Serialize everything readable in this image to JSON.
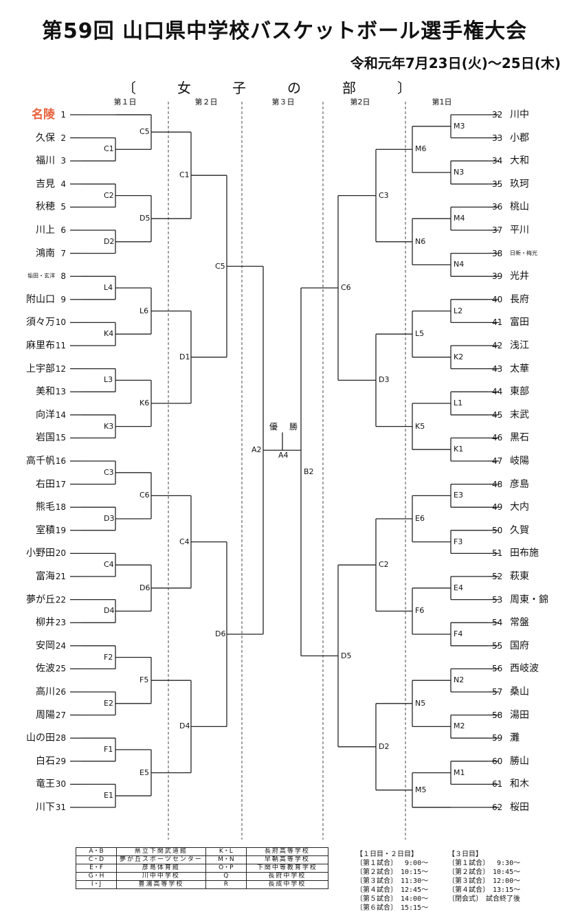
{
  "header": {
    "title": "第59回 山口県中学校バスケットボール選手権大会",
    "dates": "令和元年7月23日(火)〜25日(木)",
    "division": [
      "〔",
      "女",
      "子",
      "の",
      "部",
      "〕"
    ]
  },
  "days": [
    "第１日",
    "第２日",
    "第３日",
    "第2日",
    "第1日"
  ],
  "left_teams": [
    {
      "n": "1",
      "name": "名陵"
    },
    {
      "n": "2",
      "name": "久保"
    },
    {
      "n": "3",
      "name": "福川"
    },
    {
      "n": "4",
      "name": "吉見"
    },
    {
      "n": "5",
      "name": "秋穂"
    },
    {
      "n": "6",
      "name": "川上"
    },
    {
      "n": "7",
      "name": "鴻南"
    },
    {
      "n": "8",
      "name": "垢田・玄洋"
    },
    {
      "n": "9",
      "name": "附山口"
    },
    {
      "n": "10",
      "name": "須々万"
    },
    {
      "n": "11",
      "name": "麻里布"
    },
    {
      "n": "12",
      "name": "上宇部"
    },
    {
      "n": "13",
      "name": "美和"
    },
    {
      "n": "14",
      "name": "向洋"
    },
    {
      "n": "15",
      "name": "岩国"
    },
    {
      "n": "16",
      "name": "高千帆"
    },
    {
      "n": "17",
      "name": "右田"
    },
    {
      "n": "18",
      "name": "熊毛"
    },
    {
      "n": "19",
      "name": "室積"
    },
    {
      "n": "20",
      "name": "小野田"
    },
    {
      "n": "21",
      "name": "富海"
    },
    {
      "n": "22",
      "name": "夢が丘"
    },
    {
      "n": "23",
      "name": "柳井"
    },
    {
      "n": "24",
      "name": "安岡"
    },
    {
      "n": "25",
      "name": "佐波"
    },
    {
      "n": "26",
      "name": "高川"
    },
    {
      "n": "27",
      "name": "周陽"
    },
    {
      "n": "28",
      "name": "山の田"
    },
    {
      "n": "29",
      "name": "白石"
    },
    {
      "n": "30",
      "name": "竜王"
    },
    {
      "n": "31",
      "name": "川下"
    }
  ],
  "right_teams": [
    {
      "n": "32",
      "name": "川中"
    },
    {
      "n": "33",
      "name": "小郡"
    },
    {
      "n": "34",
      "name": "大和"
    },
    {
      "n": "35",
      "name": "玖珂"
    },
    {
      "n": "36",
      "name": "桃山"
    },
    {
      "n": "37",
      "name": "平川"
    },
    {
      "n": "38",
      "name": "日新・梅光"
    },
    {
      "n": "39",
      "name": "光井"
    },
    {
      "n": "40",
      "name": "長府"
    },
    {
      "n": "41",
      "name": "富田"
    },
    {
      "n": "42",
      "name": "浅江"
    },
    {
      "n": "43",
      "name": "太華"
    },
    {
      "n": "44",
      "name": "東部"
    },
    {
      "n": "45",
      "name": "末武"
    },
    {
      "n": "46",
      "name": "黒石"
    },
    {
      "n": "47",
      "name": "岐陽"
    },
    {
      "n": "48",
      "name": "彦島"
    },
    {
      "n": "49",
      "name": "大内"
    },
    {
      "n": "50",
      "name": "久賀"
    },
    {
      "n": "51",
      "name": "田布施"
    },
    {
      "n": "52",
      "name": "萩東"
    },
    {
      "n": "53",
      "name": "周東・錦"
    },
    {
      "n": "54",
      "name": "常盤"
    },
    {
      "n": "55",
      "name": "国府"
    },
    {
      "n": "56",
      "name": "西岐波"
    },
    {
      "n": "57",
      "name": "桑山"
    },
    {
      "n": "58",
      "name": "湯田"
    },
    {
      "n": "59",
      "name": "灘"
    },
    {
      "n": "60",
      "name": "勝山"
    },
    {
      "n": "61",
      "name": "和木"
    },
    {
      "n": "62",
      "name": "桜田"
    }
  ],
  "left_games": {
    "r1": [
      "C1",
      "C2",
      "D2",
      "L4",
      "K4",
      "L3",
      "K3",
      "C3",
      "D3",
      "C4",
      "D4",
      "F2",
      "E2",
      "F1",
      "E1"
    ],
    "r2": [
      "C5",
      "D5",
      "L6",
      "K6",
      "C6",
      "D6",
      "F5",
      "E5"
    ],
    "r3": [
      "C1",
      "D1",
      "C4",
      "D4"
    ],
    "r4": [
      "C5",
      "D6"
    ],
    "final": "A2"
  },
  "right_games": {
    "r1": [
      "M3",
      "N3",
      "M4",
      "N4",
      "L2",
      "K2",
      "L1",
      "K1",
      "E3",
      "F3",
      "E4",
      "F4",
      "N2",
      "M2",
      "M1"
    ],
    "r2": [
      "M6",
      "N6",
      "L5",
      "K5",
      "E6",
      "F6",
      "N5",
      "M5"
    ],
    "r3": [
      "C3",
      "D3",
      "C2",
      "D2"
    ],
    "r4": [
      "C6",
      "D5"
    ],
    "final": "B2"
  },
  "champion": {
    "label_1": "優",
    "label_2": "勝",
    "game": "A4"
  },
  "venues": [
    [
      "A・B",
      "県立下関武道館",
      "K・L",
      "長府高等学校"
    ],
    [
      "C・D",
      "夢が丘スポーツセンター",
      "M・N",
      "早鞆高等学校"
    ],
    [
      "E・F",
      "彦島体育館",
      "O・P",
      "下関中等教育学校"
    ],
    [
      "G・H",
      "川中中学校",
      "Q",
      "長府中学校"
    ],
    [
      "I・J",
      "豊浦高等学校",
      "R",
      "長成中学校"
    ]
  ],
  "schedule_left": [
    "【１日目・２日目】",
    "〔第１試合〕　 9:00〜",
    "〔第２試合〕　10:15〜",
    "〔第３試合〕　11:30〜",
    "〔第４試合〕　12:45〜",
    "〔第５試合〕　14:00〜",
    "〔第６試合〕　15:15〜"
  ],
  "schedule_right": [
    "【３日目】",
    "〔第１試合〕　 9:30〜",
    "〔第２試合〕　10:45〜",
    "〔第３試合〕　12:00〜",
    "〔第４試合〕　13:15〜",
    "〔閉会式〕　試合終了後"
  ]
}
